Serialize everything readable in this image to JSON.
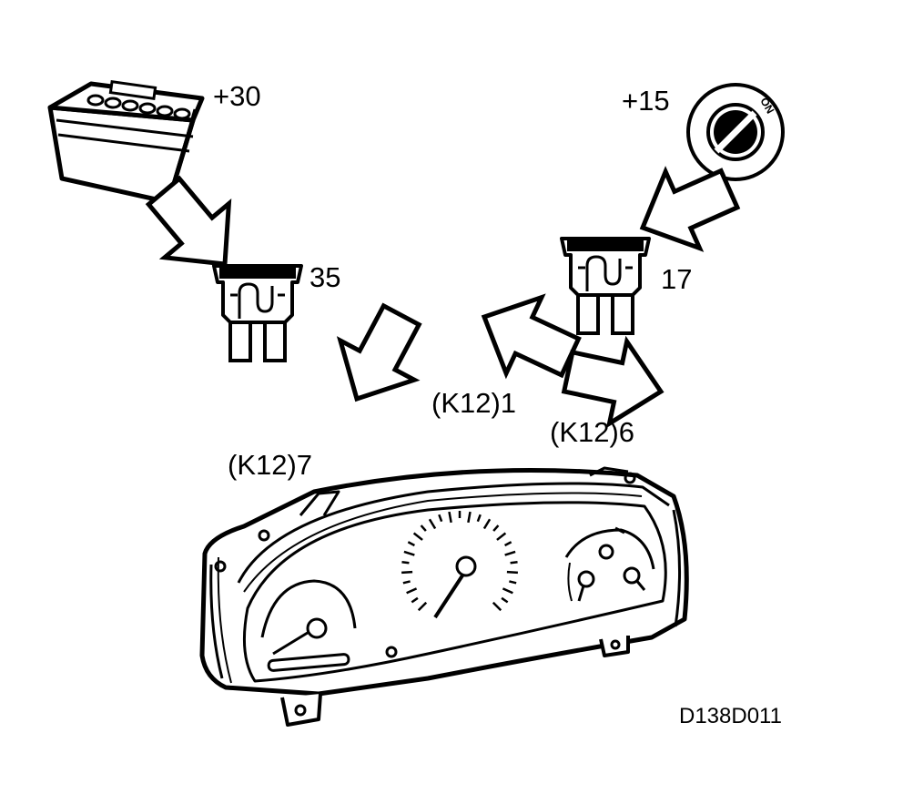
{
  "labels": {
    "battery": "+30",
    "ignition": "+15",
    "fuse_left": "35",
    "fuse_right": "17",
    "connector_pin_7": "(K12)7",
    "connector_pin_1": "(K12)1",
    "connector_pin_6": "(K12)6",
    "ignition_on": "ON",
    "figure_code": "D138D011"
  },
  "colors": {
    "line": "#000000",
    "fill": "#ffffff"
  }
}
